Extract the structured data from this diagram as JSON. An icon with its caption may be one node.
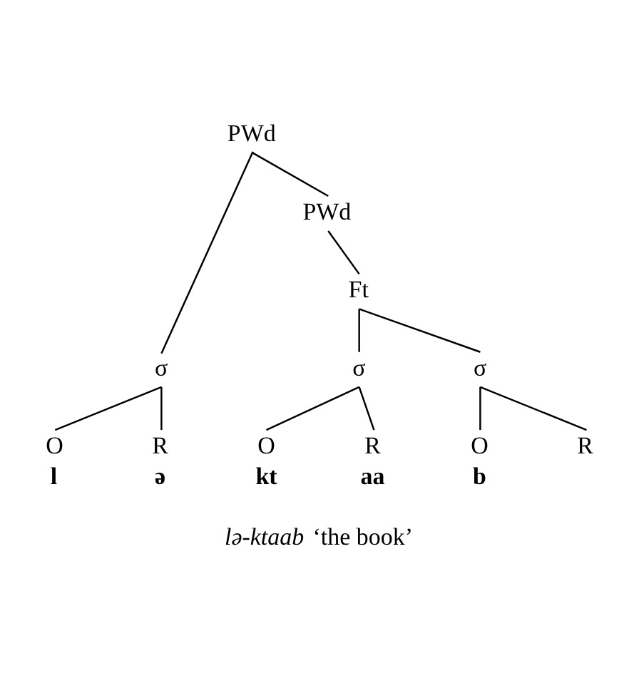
{
  "diagram": {
    "caption": "*lə-ktaab* ‘the book’",
    "nodes": [
      {
        "text": [
          "PWd"
        ]
      },
      {
        "text": [
          "PWd"
        ]
      },
      {
        "text": [
          "Ft"
        ]
      },
      {
        "text": [
          "σ"
        ]
      },
      {
        "text": [
          "σ"
        ]
      },
      {
        "text": [
          "σ"
        ]
      },
      {
        "text": [
          "O"
        ],
        "beside": [
          "l"
        ]
      },
      {
        "text": [
          "R"
        ],
        "beside": [
          "ə"
        ]
      },
      {
        "text": [
          "O"
        ],
        "beside": [
          "kt"
        ]
      },
      {
        "text": [
          "R"
        ],
        "beside": [
          "aa"
        ]
      },
      {
        "text": [
          "O"
        ],
        "beside": [
          "b"
        ]
      },
      {
        "text": [
          "R"
        ]
      }
    ],
    "edges": [
      {
        "from": 0,
        "to": 3,
        "arrow": "none"
      },
      {
        "from": 0,
        "to": 1,
        "arrow": "none"
      },
      {
        "from": 1,
        "to": 2,
        "arrow": "none"
      },
      {
        "from": 2,
        "to": 4,
        "arrow": "none"
      },
      {
        "from": 2,
        "to": 5,
        "arrow": "none"
      },
      {
        "from": 3,
        "to": 6,
        "arrow": "none"
      },
      {
        "from": 3,
        "to": 7,
        "arrow": "none"
      },
      {
        "from": 4,
        "to": 8,
        "arrow": "none"
      },
      {
        "from": 4,
        "to": 9,
        "arrow": "none"
      },
      {
        "from": 5,
        "to": 10,
        "arrow": "none"
      },
      {
        "from": 5,
        "to": 11,
        "arrow": "none"
      }
    ]
  }
}
